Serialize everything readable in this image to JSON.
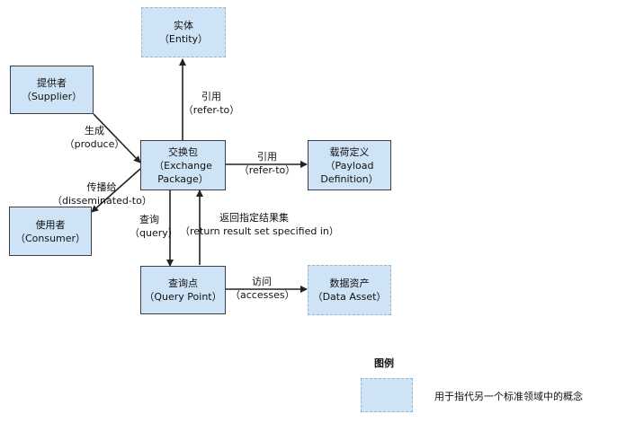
{
  "nodes": {
    "entity": {
      "zh": "实体",
      "en": "（Entity）"
    },
    "supplier": {
      "zh": "提供者",
      "en": "（Supplier）"
    },
    "exchange": {
      "zh": "交换包",
      "en1": "（Exchange",
      "en2": "Package）"
    },
    "payload": {
      "zh": "载荷定义",
      "en1": "（Payload",
      "en2": "Definition）"
    },
    "consumer": {
      "zh": "使用者",
      "en": "（Consumer）"
    },
    "query_point": {
      "zh": "查询点",
      "en": "（Query Point）"
    },
    "data_asset": {
      "zh": "数据资产",
      "en": "（Data Asset）"
    }
  },
  "edges": {
    "refer_up": {
      "zh": "引用",
      "en": "（refer-to）"
    },
    "produce": {
      "zh": "生成",
      "en": "（produce）"
    },
    "refer_right": {
      "zh": "引用",
      "en": "（refer-to）"
    },
    "disseminated": {
      "zh": "传播给",
      "en": "（disseminated-to）"
    },
    "query": {
      "zh": "查询",
      "en": "（query）"
    },
    "return": {
      "zh": "返回指定结果集",
      "en": "（return result set specified in）"
    },
    "accesses": {
      "zh": "访问",
      "en": "（accesses）"
    }
  },
  "legend": {
    "title": "图例",
    "description": "用于指代另一个标准领域中的概念"
  },
  "colors": {
    "box_fill": "#cfe3f7",
    "box_border": "#3b4048",
    "dashed_border": "#9fb3c8",
    "edge": "#222222"
  }
}
